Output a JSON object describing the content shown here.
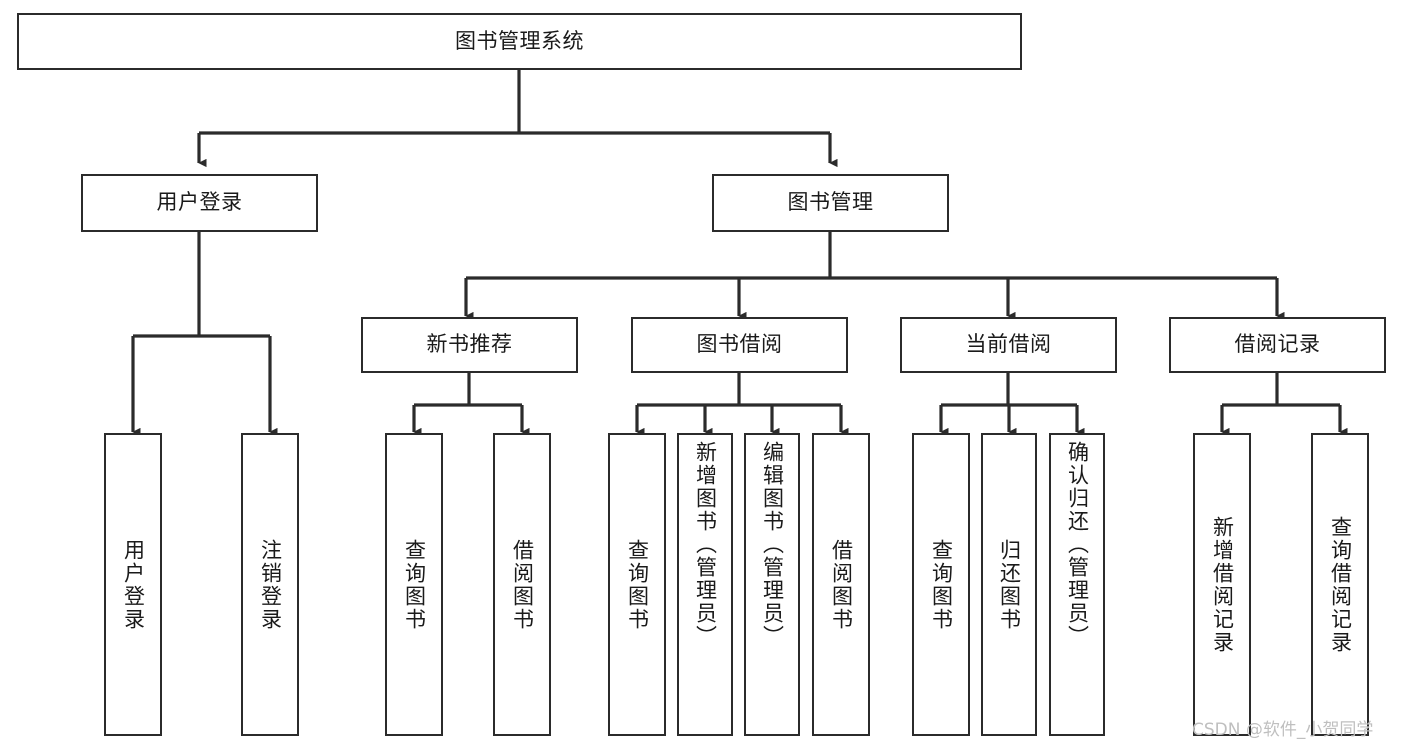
{
  "diagram": {
    "type": "tree-hierarchy-diagram",
    "title": "图书管理系统",
    "watermark": "CSDN @软件_小贺同学",
    "colors": {
      "box_border": "#2b2b2b",
      "box_fill": "#ffffff",
      "connector": "#2b2b2b",
      "text": "#1a1a1a",
      "watermark": "#bfbfbf",
      "background": "#ffffff"
    },
    "root": {
      "label": "图书管理系统",
      "orientation": "horizontal"
    },
    "level1": [
      {
        "label": "用户登录",
        "orientation": "horizontal"
      },
      {
        "label": "图书管理",
        "orientation": "horizontal"
      }
    ],
    "level2": [
      {
        "label": "新书推荐",
        "orientation": "horizontal",
        "parent": "图书管理"
      },
      {
        "label": "图书借阅",
        "orientation": "horizontal",
        "parent": "图书管理"
      },
      {
        "label": "当前借阅",
        "orientation": "horizontal",
        "parent": "图书管理"
      },
      {
        "label": "借阅记录",
        "orientation": "horizontal",
        "parent": "图书管理"
      }
    ],
    "leaves": {
      "user_login": [
        {
          "label": "用户登录",
          "orientation": "vertical"
        },
        {
          "label": "注销登录",
          "orientation": "vertical"
        }
      ],
      "new_book_recommend": [
        {
          "label": "查询图书",
          "orientation": "vertical"
        },
        {
          "label": "借阅图书",
          "orientation": "vertical"
        }
      ],
      "book_borrow": [
        {
          "label": "查询图书",
          "orientation": "vertical"
        },
        {
          "label": "新增图书（管理员）",
          "orientation": "vertical"
        },
        {
          "label": "编辑图书（管理员）",
          "orientation": "vertical"
        },
        {
          "label": "借阅图书",
          "orientation": "vertical"
        }
      ],
      "current_borrow": [
        {
          "label": "查询图书",
          "orientation": "vertical"
        },
        {
          "label": "归还图书",
          "orientation": "vertical"
        },
        {
          "label": "确认归还（管理员）",
          "orientation": "vertical"
        }
      ],
      "borrow_record": [
        {
          "label": "新增借阅记录",
          "orientation": "vertical"
        },
        {
          "label": "查询借阅记录",
          "orientation": "vertical"
        }
      ]
    }
  }
}
